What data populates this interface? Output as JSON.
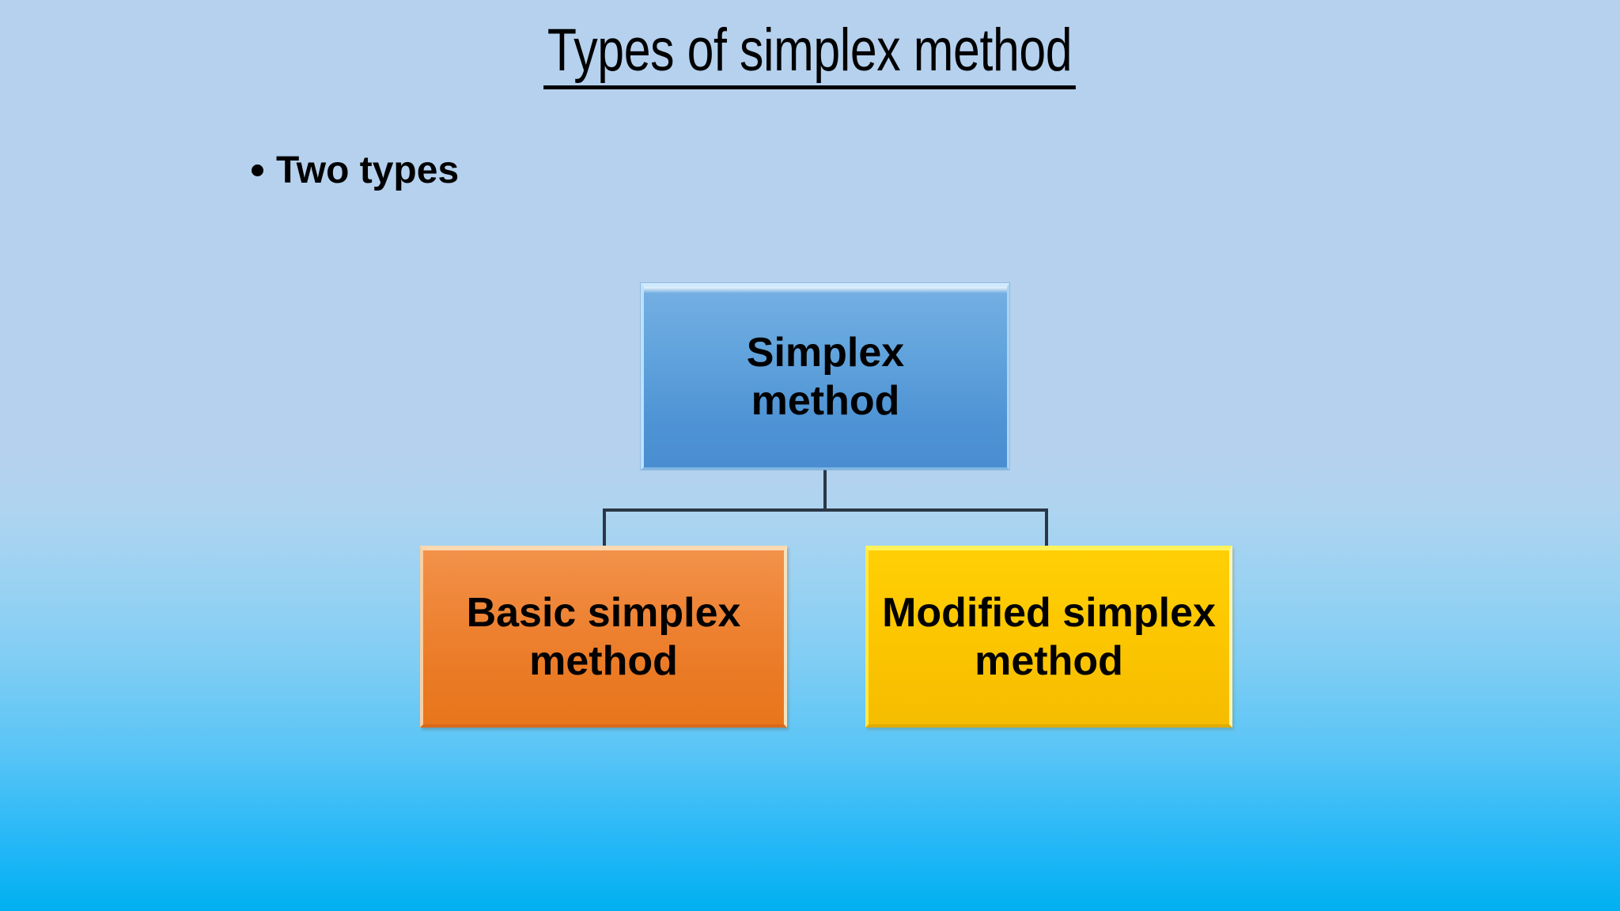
{
  "slide": {
    "title": "Types of simplex method",
    "background_top_color": "#b5d1ee",
    "background_bottom_color": "#00b0f0"
  },
  "body": {
    "bullets": [
      {
        "marker": "•",
        "text": "Two types"
      }
    ]
  },
  "diagram": {
    "type": "tree",
    "root": {
      "label_line1": "Simplex",
      "label_line2": "method",
      "fill_color": "#5b9bd5",
      "text_color": "#000000"
    },
    "children": [
      {
        "label_line1": "Basic simplex",
        "label_line2": "method",
        "fill_color": "#ed7d31",
        "text_color": "#000000"
      },
      {
        "label_line1": "Modified simplex",
        "label_line2": "method",
        "fill_color": "#ffc000",
        "text_color": "#000000"
      }
    ],
    "connector_color": "#2b3746"
  }
}
